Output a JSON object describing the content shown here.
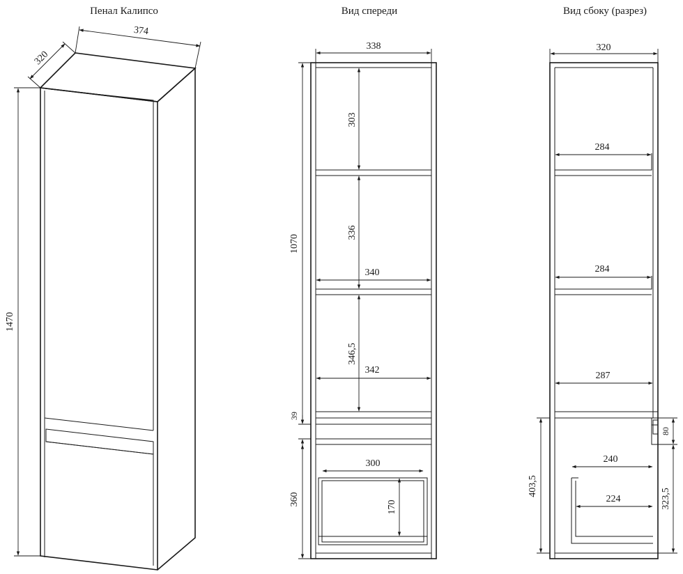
{
  "titles": {
    "iso": "Пенал Калипсо",
    "front": "Вид спереди",
    "side": "Вид сбоку (разрез)"
  },
  "iso_dims": {
    "depth": "320",
    "width": "374",
    "height": "1470"
  },
  "front_dims": {
    "width": "338",
    "shelf1": "303",
    "shelf2": "336",
    "shelf3": "346,5",
    "inner_w1": "340",
    "inner_w2": "342",
    "gap": "39",
    "upper_h": "1070",
    "lower_h": "360",
    "drawer_w": "300",
    "drawer_h": "170"
  },
  "side_dims": {
    "depth": "320",
    "shelf1": "284",
    "shelf2": "284",
    "shelf3": "287",
    "notch": "80",
    "drawer_outer": "240",
    "drawer_inner": "224",
    "lower_h": "403,5",
    "drawer_h": "323,5"
  }
}
